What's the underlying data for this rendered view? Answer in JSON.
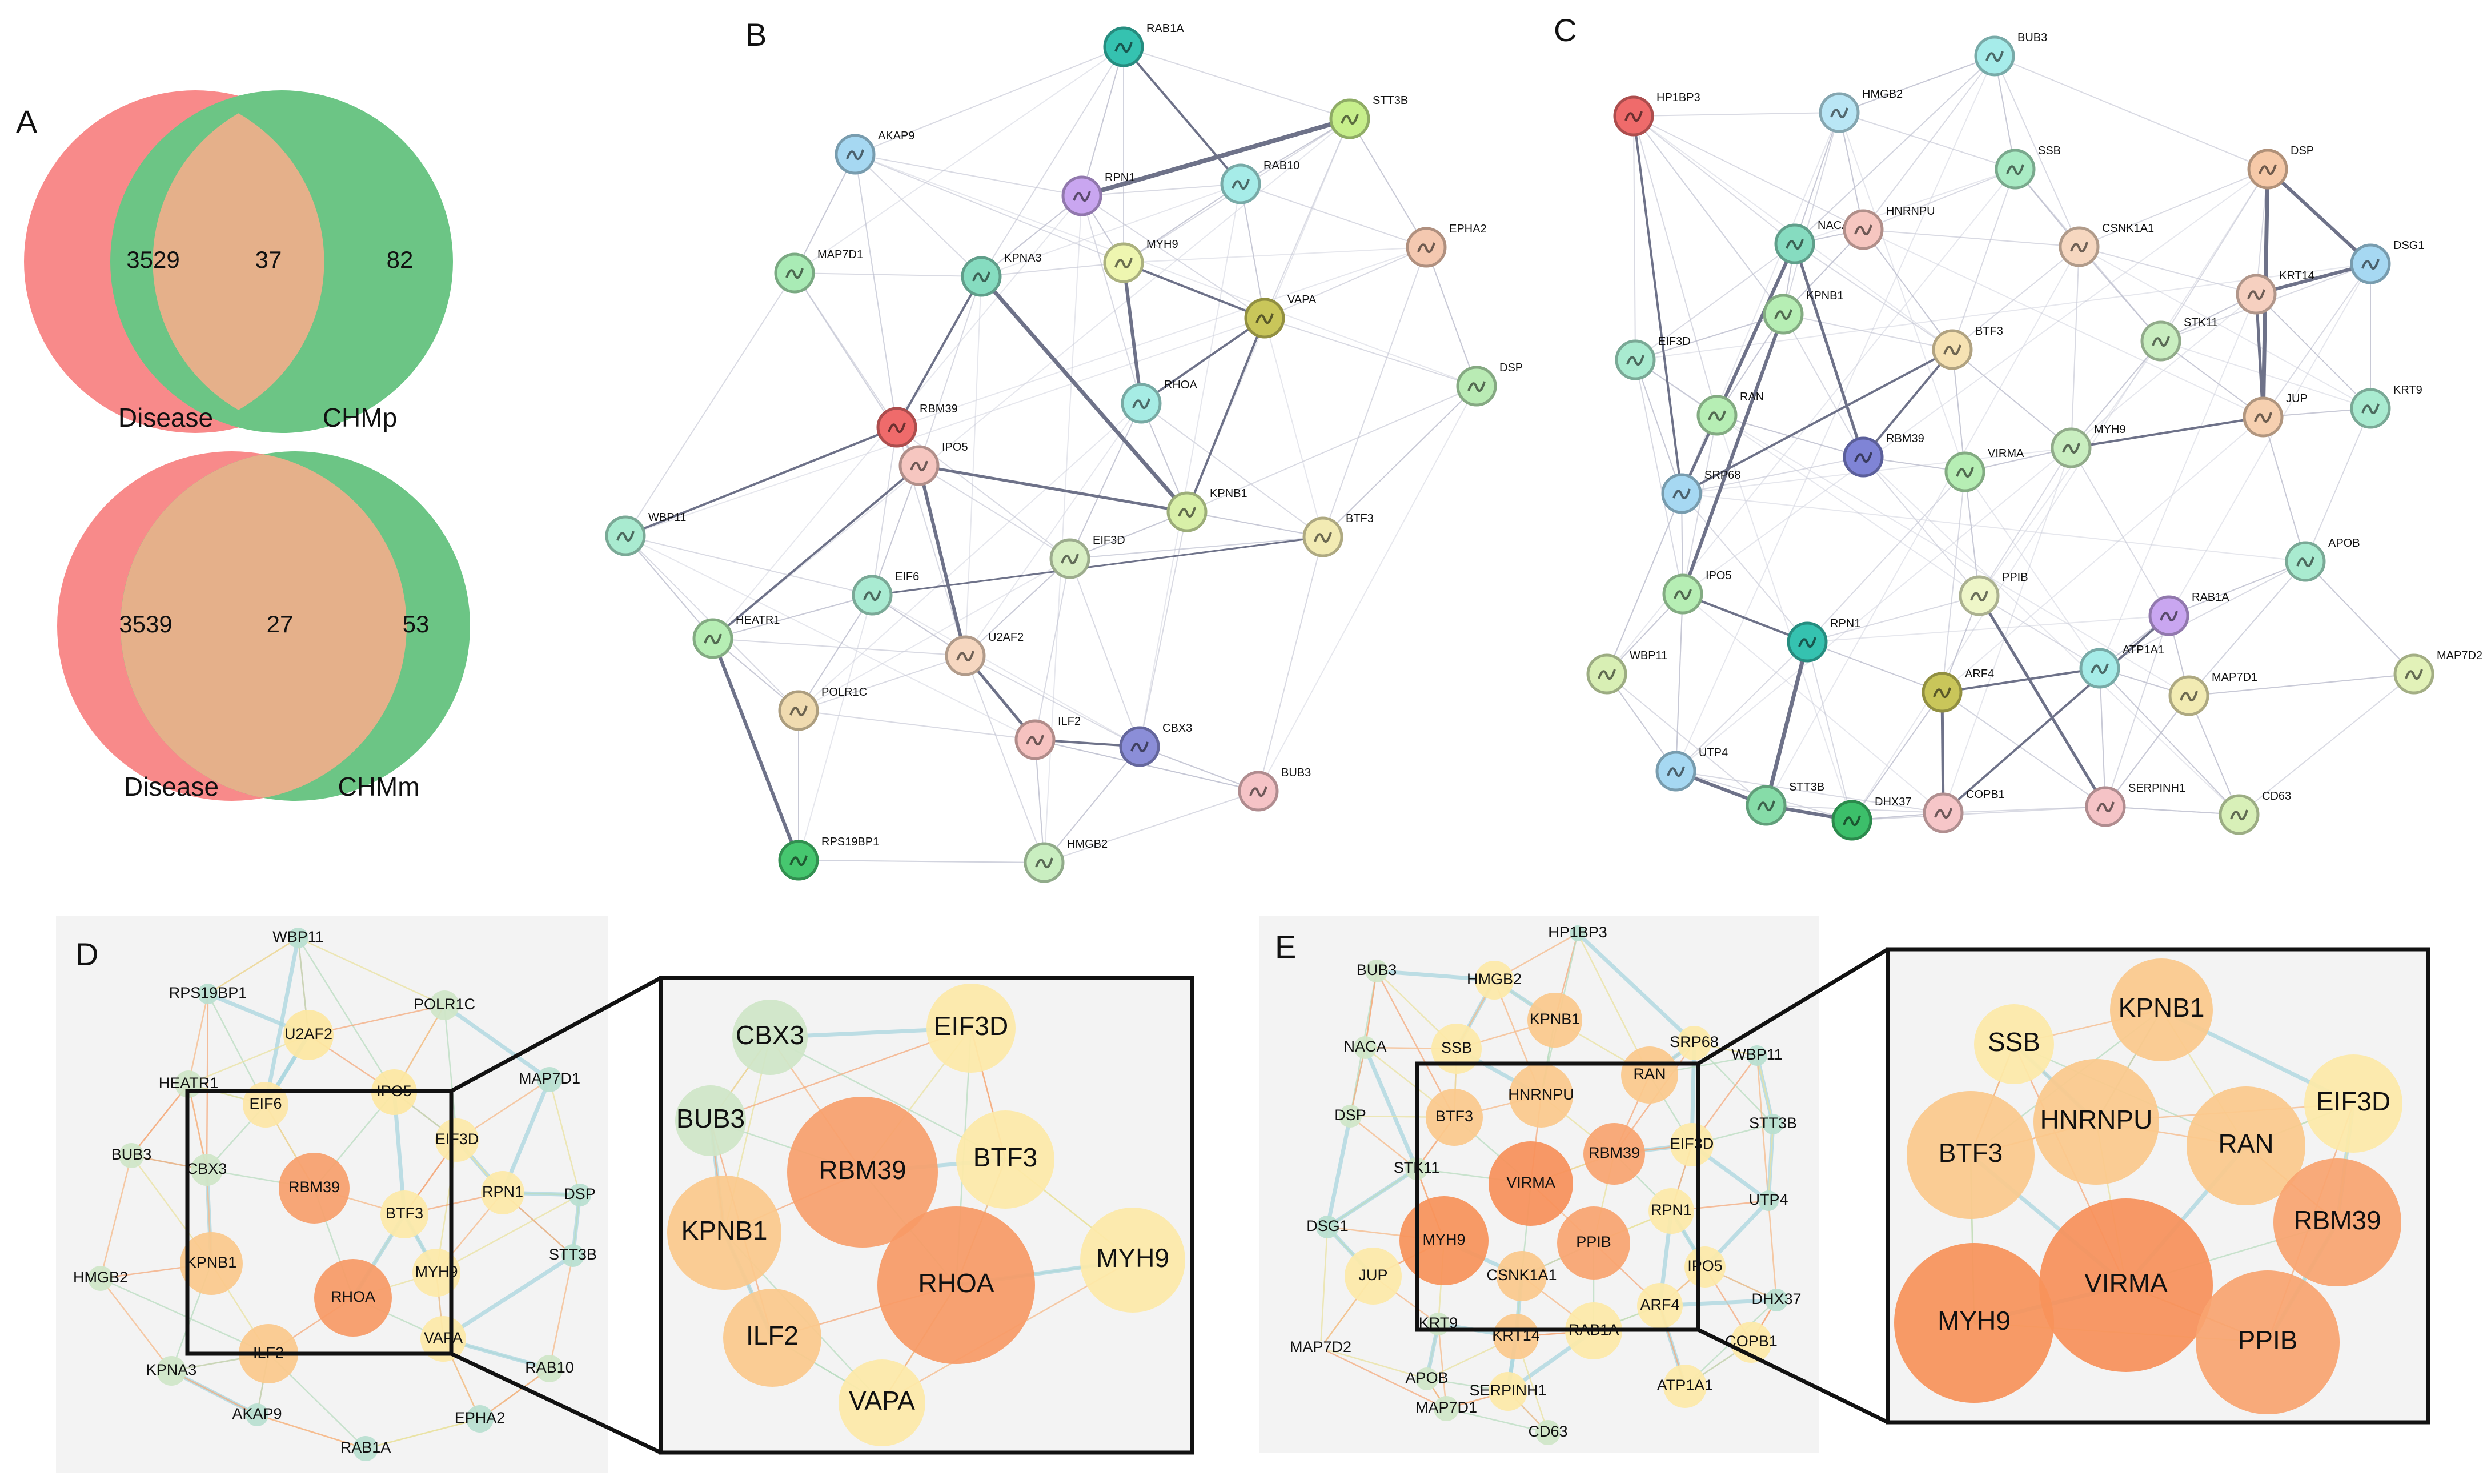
{
  "panels": {
    "A": "A",
    "B": "B",
    "C": "C",
    "D": "D",
    "E": "E"
  },
  "venn": [
    {
      "left_label": "Disease",
      "right_label": "CHMp",
      "left_only": "3529",
      "overlap": "37",
      "right_only": "82"
    },
    {
      "left_label": "Disease",
      "right_label": "CHMm",
      "left_only": "3539",
      "overlap": "27",
      "right_only": "53"
    }
  ],
  "colors": {
    "disease": "#f88a8a",
    "herb": "#6cc585",
    "overlap": "#e5b08a",
    "zoom_hot": "#f7925a",
    "zoom_mid": "#fbc98c",
    "zoom_cool": "#fde9a8"
  },
  "networkB": {
    "nodes": [
      {
        "name": "RAB1A",
        "color": "#35c2b0"
      },
      {
        "name": "AKAP9",
        "color": "#a6d8f2"
      },
      {
        "name": "STT3B",
        "color": "#c7ef8c"
      },
      {
        "name": "RPN1",
        "color": "#c9a6f0"
      },
      {
        "name": "RAB10",
        "color": "#a6ece8"
      },
      {
        "name": "MAP7D1",
        "color": "#a9ebb5"
      },
      {
        "name": "KPNA3",
        "color": "#86dcc0"
      },
      {
        "name": "MYH9",
        "color": "#eef6b0"
      },
      {
        "name": "EPHA2",
        "color": "#f4c8b0"
      },
      {
        "name": "VAPA",
        "color": "#c9c65a"
      },
      {
        "name": "RHOA",
        "color": "#a6ece4"
      },
      {
        "name": "DSP",
        "color": "#b9ebb4"
      },
      {
        "name": "RBM39",
        "color": "#ef6b6b"
      },
      {
        "name": "IPO5",
        "color": "#f6c6c0"
      },
      {
        "name": "WBP11",
        "color": "#a9ebd0"
      },
      {
        "name": "KPNB1",
        "color": "#d8f0a8"
      },
      {
        "name": "BTF3",
        "color": "#f2ebb3"
      },
      {
        "name": "EIF3D",
        "color": "#d8efc4"
      },
      {
        "name": "EIF6",
        "color": "#a9ebd2"
      },
      {
        "name": "HEATR1",
        "color": "#b6eeb4"
      },
      {
        "name": "U2AF2",
        "color": "#f6d7c0"
      },
      {
        "name": "POLR1C",
        "color": "#f0dbb0"
      },
      {
        "name": "ILF2",
        "color": "#f6c2c0"
      },
      {
        "name": "CBX3",
        "color": "#8b8ed8"
      },
      {
        "name": "BUB3",
        "color": "#f5c3c6"
      },
      {
        "name": "RPS19BP1",
        "color": "#46c76f"
      },
      {
        "name": "HMGB2",
        "color": "#c9eec0"
      }
    ]
  },
  "networkC": {
    "nodes": [
      {
        "name": "BUB3",
        "color": "#a6ecea"
      },
      {
        "name": "HP1BP3",
        "color": "#ef6b6b"
      },
      {
        "name": "HMGB2",
        "color": "#b9e6f5"
      },
      {
        "name": "SSB",
        "color": "#a9ebc4"
      },
      {
        "name": "DSP",
        "color": "#f6c9a8"
      },
      {
        "name": "NACA",
        "color": "#86dcc0"
      },
      {
        "name": "HNRNPU",
        "color": "#f6c6c0"
      },
      {
        "name": "CSNK1A1",
        "color": "#f6d7c0"
      },
      {
        "name": "DSG1",
        "color": "#a6d8f2"
      },
      {
        "name": "KRT14",
        "color": "#f6d0c0"
      },
      {
        "name": "KPNB1",
        "color": "#b6eeb4"
      },
      {
        "name": "EIF3D",
        "color": "#a9ebd0"
      },
      {
        "name": "BTF3",
        "color": "#f6e2b3"
      },
      {
        "name": "STK11",
        "color": "#c9eec0"
      },
      {
        "name": "RAN",
        "color": "#b6eeb4"
      },
      {
        "name": "RBM39",
        "color": "#7f84d6"
      },
      {
        "name": "JUP",
        "color": "#f6d0b0"
      },
      {
        "name": "KRT9",
        "color": "#a9ebd0"
      },
      {
        "name": "SRP68",
        "color": "#a6d8f2"
      },
      {
        "name": "VIRMA",
        "color": "#b6eeb4"
      },
      {
        "name": "MYH9",
        "color": "#c9eec0"
      },
      {
        "name": "IPO5",
        "color": "#b6eeb4"
      },
      {
        "name": "PPIB",
        "color": "#eef6c8"
      },
      {
        "name": "APOB",
        "color": "#a9ebd0"
      },
      {
        "name": "RAB1A",
        "color": "#c9a6f0"
      },
      {
        "name": "RPN1",
        "color": "#35c2b0"
      },
      {
        "name": "WBP11",
        "color": "#d8efb4"
      },
      {
        "name": "ATP1A1",
        "color": "#a6ece8"
      },
      {
        "name": "ARF4",
        "color": "#c9c65a"
      },
      {
        "name": "MAP7D1",
        "color": "#f2ebb3"
      },
      {
        "name": "MAP7D2",
        "color": "#e2f2b8"
      },
      {
        "name": "UTP4",
        "color": "#a6d8f2"
      },
      {
        "name": "STT3B",
        "color": "#86dca8"
      },
      {
        "name": "DHX37",
        "color": "#3cbf6a"
      },
      {
        "name": "COPB1",
        "color": "#f6c6c8"
      },
      {
        "name": "SERPINH1",
        "color": "#f5c3c6"
      },
      {
        "name": "CD63",
        "color": "#d8f0b8"
      }
    ]
  },
  "networkD": {
    "nodes": [
      {
        "name": "WBP11"
      },
      {
        "name": "RPS19BP1"
      },
      {
        "name": "POLR1C"
      },
      {
        "name": "U2AF2"
      },
      {
        "name": "HEATR1"
      },
      {
        "name": "IPO5"
      },
      {
        "name": "MAP7D1"
      },
      {
        "name": "EIF6"
      },
      {
        "name": "EIF3D"
      },
      {
        "name": "BUB3"
      },
      {
        "name": "CBX3"
      },
      {
        "name": "RBM39"
      },
      {
        "name": "RPN1"
      },
      {
        "name": "DSP"
      },
      {
        "name": "BTF3"
      },
      {
        "name": "HMGB2"
      },
      {
        "name": "KPNB1"
      },
      {
        "name": "RHOA"
      },
      {
        "name": "MYH9"
      },
      {
        "name": "STT3B"
      },
      {
        "name": "ILF2"
      },
      {
        "name": "VAPA"
      },
      {
        "name": "RAB10"
      },
      {
        "name": "KPNA3"
      },
      {
        "name": "AKAP9"
      },
      {
        "name": "EPHA2"
      },
      {
        "name": "RAB1A"
      }
    ],
    "zoom": [
      {
        "name": "CBX3"
      },
      {
        "name": "EIF3D"
      },
      {
        "name": "BUB3"
      },
      {
        "name": "RBM39"
      },
      {
        "name": "BTF3"
      },
      {
        "name": "KPNB1"
      },
      {
        "name": "RHOA"
      },
      {
        "name": "MYH9"
      },
      {
        "name": "ILF2"
      },
      {
        "name": "VAPA"
      }
    ]
  },
  "networkE": {
    "nodes": [
      {
        "name": "HP1BP3"
      },
      {
        "name": "BUB3"
      },
      {
        "name": "HMGB2"
      },
      {
        "name": "KPNB1"
      },
      {
        "name": "NACA"
      },
      {
        "name": "SSB"
      },
      {
        "name": "SRP68"
      },
      {
        "name": "WBP11"
      },
      {
        "name": "RAN"
      },
      {
        "name": "HNRNPU"
      },
      {
        "name": "DSP"
      },
      {
        "name": "BTF3"
      },
      {
        "name": "STT3B"
      },
      {
        "name": "RBM39"
      },
      {
        "name": "EIF3D"
      },
      {
        "name": "STK11"
      },
      {
        "name": "VIRMA"
      },
      {
        "name": "UTP4"
      },
      {
        "name": "DSG1"
      },
      {
        "name": "RPN1"
      },
      {
        "name": "MYH9"
      },
      {
        "name": "PPIB"
      },
      {
        "name": "IPO5"
      },
      {
        "name": "CSNK1A1"
      },
      {
        "name": "JUP"
      },
      {
        "name": "DHX37"
      },
      {
        "name": "ARF4"
      },
      {
        "name": "KRT9"
      },
      {
        "name": "KRT14"
      },
      {
        "name": "RAB1A"
      },
      {
        "name": "COPB1"
      },
      {
        "name": "MAP7D2"
      },
      {
        "name": "APOB"
      },
      {
        "name": "SERPINH1"
      },
      {
        "name": "ATP1A1"
      },
      {
        "name": "MAP7D1"
      },
      {
        "name": "CD63"
      }
    ],
    "zoom": [
      {
        "name": "KPNB1"
      },
      {
        "name": "SSB"
      },
      {
        "name": "EIF3D"
      },
      {
        "name": "HNRNPU"
      },
      {
        "name": "RAN"
      },
      {
        "name": "BTF3"
      },
      {
        "name": "RBM39"
      },
      {
        "name": "VIRMA"
      },
      {
        "name": "MYH9"
      },
      {
        "name": "PPIB"
      }
    ]
  }
}
